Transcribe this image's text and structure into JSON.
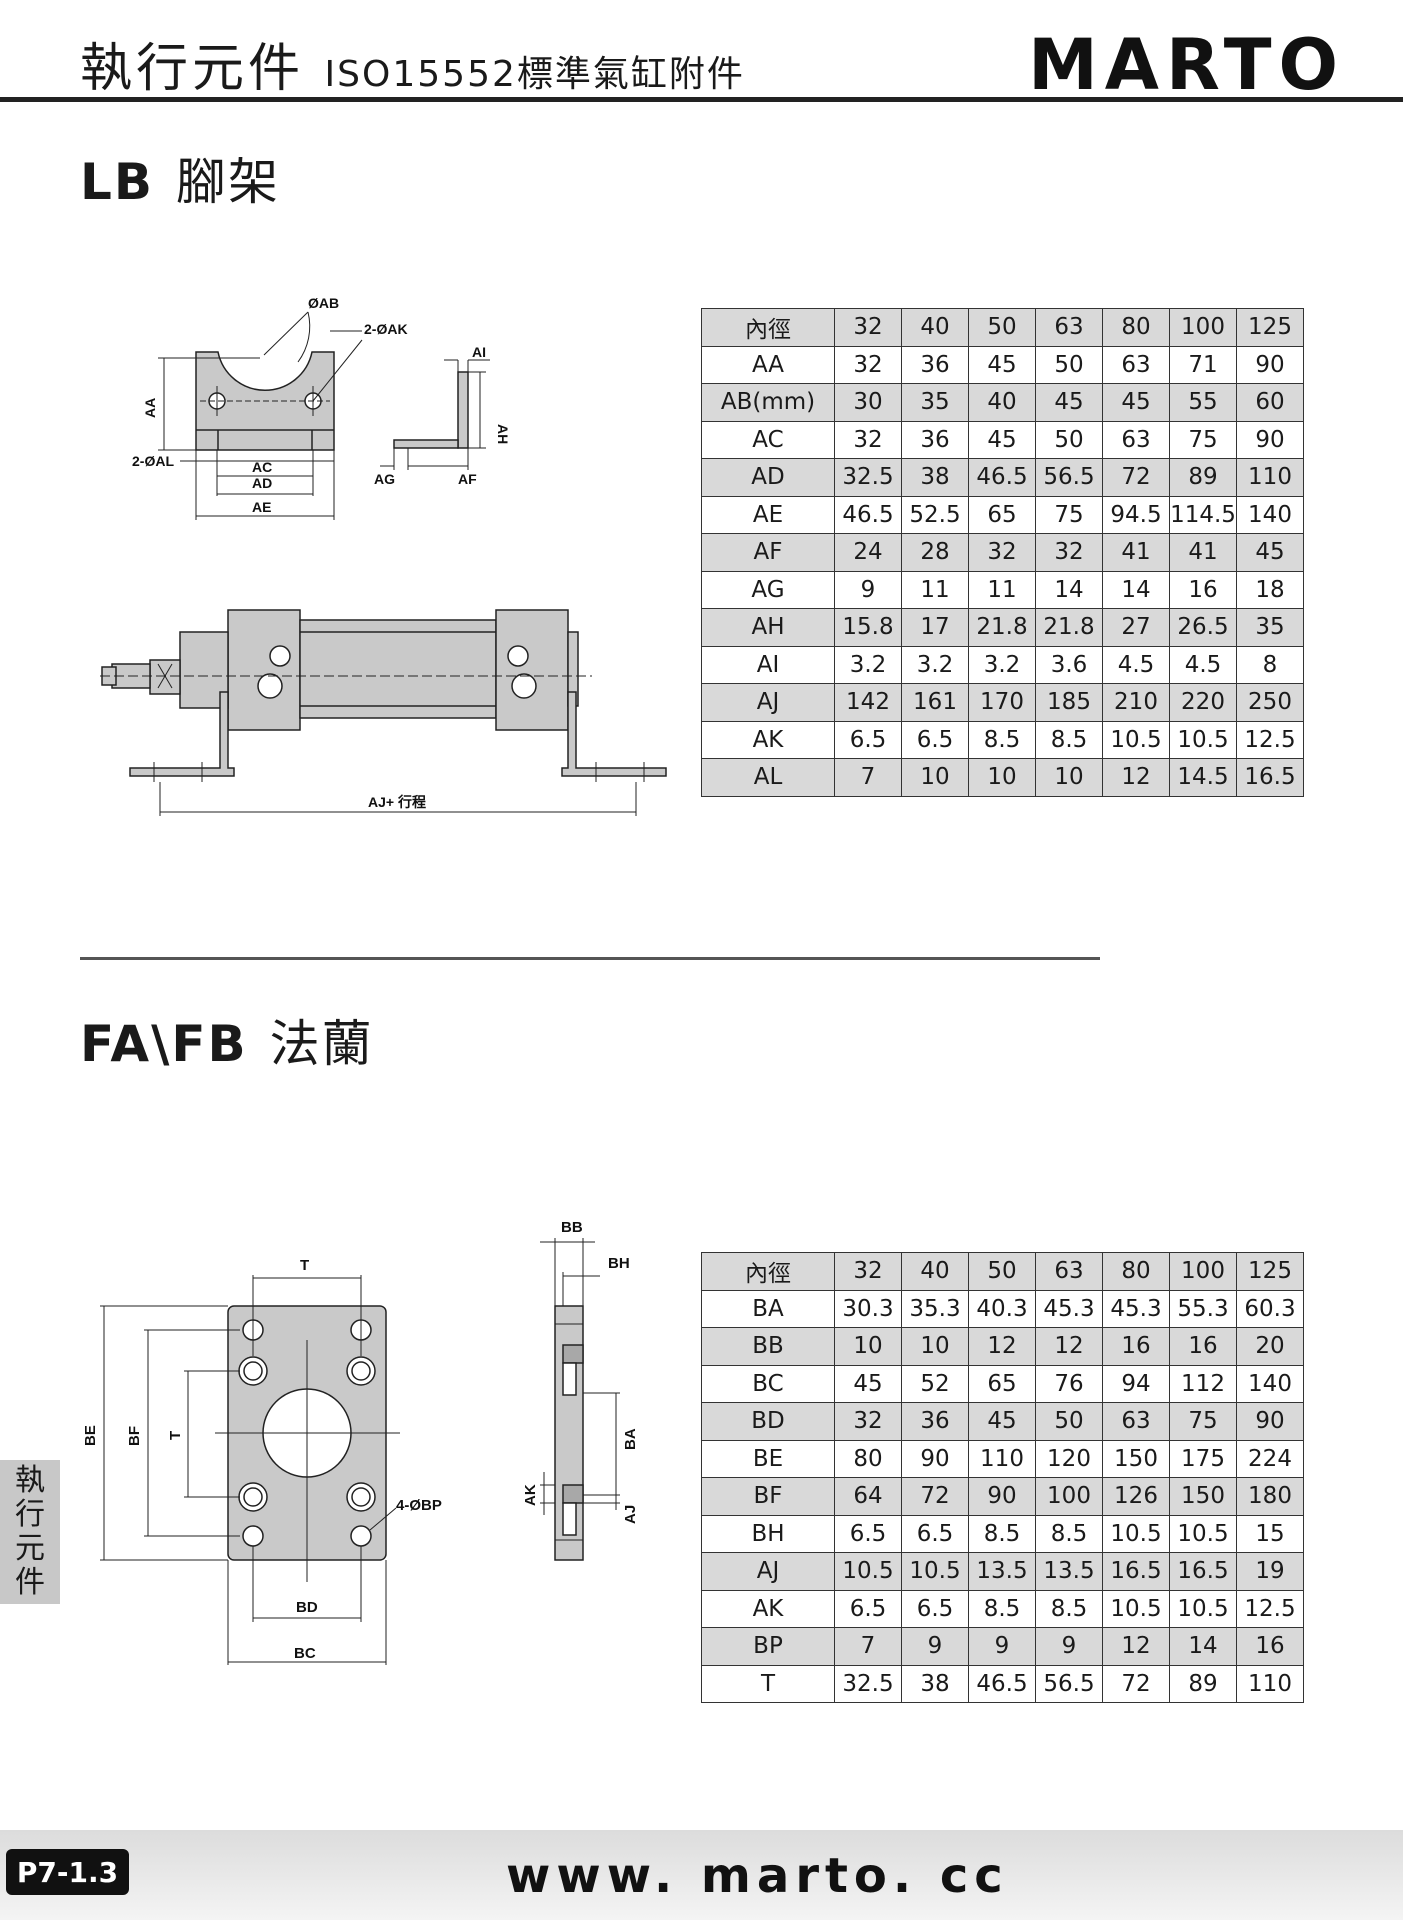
{
  "header": {
    "title_main": "執行元件",
    "title_sub": "ISO15552標準氣缸附件",
    "brand": "MARTO"
  },
  "section_lb": {
    "code": "LB",
    "name": "腳架",
    "diagram_labels": {
      "ab": "ØAB",
      "ak": "2-ØAK",
      "aa": "AA",
      "al": "2-ØAL",
      "ac": "AC",
      "ad": "AD",
      "ae": "AE",
      "ai": "AI",
      "ah": "AH",
      "ag": "AG",
      "af": "AF",
      "aj_stroke": "AJ+ 行程"
    },
    "table": {
      "header": [
        "內徑",
        "32",
        "40",
        "50",
        "63",
        "80",
        "100",
        "125"
      ],
      "rows": [
        [
          "AA",
          "32",
          "36",
          "45",
          "50",
          "63",
          "71",
          "90"
        ],
        [
          "AB(mm)",
          "30",
          "35",
          "40",
          "45",
          "45",
          "55",
          "60"
        ],
        [
          "AC",
          "32",
          "36",
          "45",
          "50",
          "63",
          "75",
          "90"
        ],
        [
          "AD",
          "32.5",
          "38",
          "46.5",
          "56.5",
          "72",
          "89",
          "110"
        ],
        [
          "AE",
          "46.5",
          "52.5",
          "65",
          "75",
          "94.5",
          "114.5",
          "140"
        ],
        [
          "AF",
          "24",
          "28",
          "32",
          "32",
          "41",
          "41",
          "45"
        ],
        [
          "AG",
          "9",
          "11",
          "11",
          "14",
          "14",
          "16",
          "18"
        ],
        [
          "AH",
          "15.8",
          "17",
          "21.8",
          "21.8",
          "27",
          "26.5",
          "35"
        ],
        [
          "AI",
          "3.2",
          "3.2",
          "3.2",
          "3.6",
          "4.5",
          "4.5",
          "8"
        ],
        [
          "AJ",
          "142",
          "161",
          "170",
          "185",
          "210",
          "220",
          "250"
        ],
        [
          "AK",
          "6.5",
          "6.5",
          "8.5",
          "8.5",
          "10.5",
          "10.5",
          "12.5"
        ],
        [
          "AL",
          "7",
          "10",
          "10",
          "10",
          "12",
          "14.5",
          "16.5"
        ]
      ]
    }
  },
  "section_fa": {
    "code": "FA\\FB",
    "name": "法蘭",
    "diagram_labels": {
      "t_top": "T",
      "be": "BE",
      "bf": "BF",
      "t_side": "T",
      "bp": "4-ØBP",
      "bd": "BD",
      "bc": "BC",
      "bb": "BB",
      "bh": "BH",
      "ba": "BA",
      "ak": "AK",
      "aj": "AJ"
    },
    "table": {
      "header": [
        "內徑",
        "32",
        "40",
        "50",
        "63",
        "80",
        "100",
        "125"
      ],
      "rows": [
        [
          "BA",
          "30.3",
          "35.3",
          "40.3",
          "45.3",
          "45.3",
          "55.3",
          "60.3"
        ],
        [
          "BB",
          "10",
          "10",
          "12",
          "12",
          "16",
          "16",
          "20"
        ],
        [
          "BC",
          "45",
          "52",
          "65",
          "76",
          "94",
          "112",
          "140"
        ],
        [
          "BD",
          "32",
          "36",
          "45",
          "50",
          "63",
          "75",
          "90"
        ],
        [
          "BE",
          "80",
          "90",
          "110",
          "120",
          "150",
          "175",
          "224"
        ],
        [
          "BF",
          "64",
          "72",
          "90",
          "100",
          "126",
          "150",
          "180"
        ],
        [
          "BH",
          "6.5",
          "6.5",
          "8.5",
          "8.5",
          "10.5",
          "10.5",
          "15"
        ],
        [
          "AJ",
          "10.5",
          "10.5",
          "13.5",
          "13.5",
          "16.5",
          "16.5",
          "19"
        ],
        [
          "AK",
          "6.5",
          "6.5",
          "8.5",
          "8.5",
          "10.5",
          "10.5",
          "12.5"
        ],
        [
          "BP",
          "7",
          "9",
          "9",
          "9",
          "12",
          "14",
          "16"
        ],
        [
          "T",
          "32.5",
          "38",
          "46.5",
          "56.5",
          "72",
          "89",
          "110"
        ]
      ]
    }
  },
  "side_tab": [
    "執",
    "行",
    "元",
    "件"
  ],
  "footer": {
    "page": "P7-1.3",
    "url": "www. marto. cc"
  }
}
